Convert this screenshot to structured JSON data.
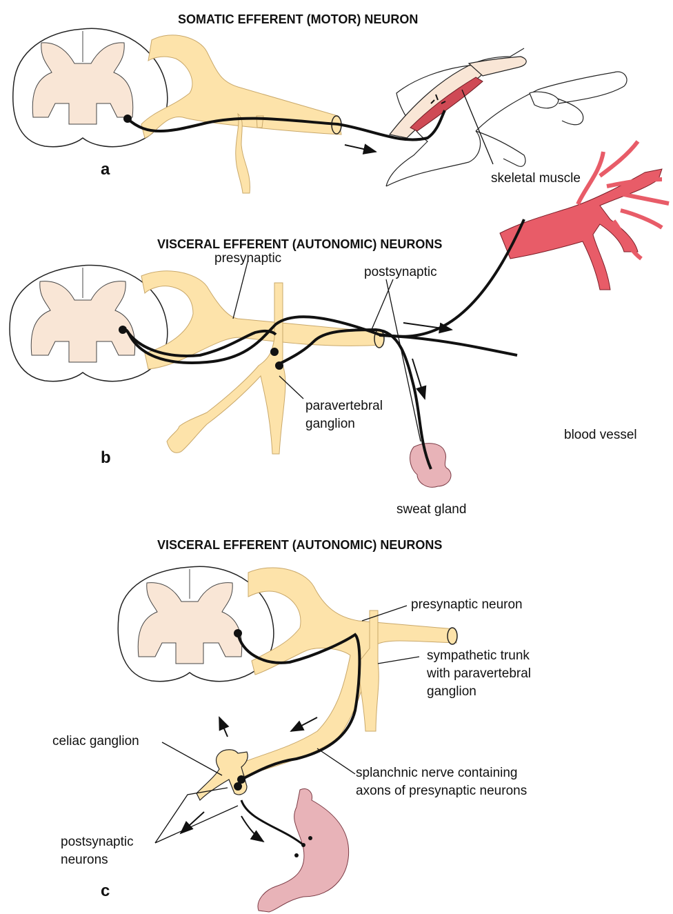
{
  "panel_a": {
    "title": "SOMATIC EFFERENT (MOTOR) NEURON",
    "letter": "a",
    "labels": {
      "muscle": "skeletal muscle"
    }
  },
  "panel_b": {
    "title": "VISCERAL EFFERENT (AUTONOMIC) NEURONS",
    "letter": "b",
    "labels": {
      "presynaptic": "presynaptic",
      "postsynaptic": "postsynaptic",
      "ganglion_1": "paravertebral",
      "ganglion_2": "ganglion",
      "vessel": "blood vessel",
      "gland": "sweat gland"
    }
  },
  "panel_c": {
    "title": "VISCERAL EFFERENT (AUTONOMIC) NEURONS",
    "letter": "c",
    "labels": {
      "presynaptic_neuron": "presynaptic neuron",
      "trunk_1": "sympathetic trunk",
      "trunk_2": "with paravertebral",
      "trunk_3": "ganglion",
      "celiac": "celiac ganglion",
      "splanchnic_1": "splanchnic nerve containing",
      "splanchnic_2": "axons of presynaptic neurons",
      "post_1": "postsynaptic",
      "post_2": "neurons"
    }
  },
  "colors": {
    "nerve": "#fde3aa",
    "grey_matter": "#f9e6d6",
    "muscle": "#cf4a55",
    "vessel": "#e85c68",
    "gland": "#e8b3b8",
    "axon": "#111111"
  }
}
